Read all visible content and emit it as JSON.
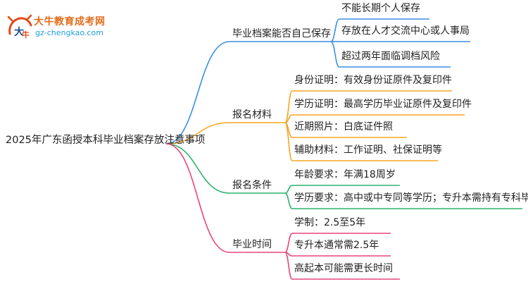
{
  "logo": {
    "name": "大牛教育成考网",
    "url": "gz-chengkao.com"
  },
  "root": "2025年广东函授本科毕业档案存放注意事项",
  "branches": [
    {
      "label": "毕业档案能否自己保存",
      "color": "#3a8ee6",
      "children": [
        "不能长期个人保存",
        "存放在人才交流中心或人事局",
        "超过两年面临调档风险"
      ]
    },
    {
      "label": "报名材料",
      "color": "#f5a623",
      "children": [
        "身份证明：有效身份证原件及复印件",
        "学历证明：最高学历毕业证原件及复印件",
        "近期照片：白底证件照",
        "辅助材料：工作证明、社保证明等"
      ]
    },
    {
      "label": "报名条件",
      "color": "#2db36b",
      "children": [
        "年龄要求：年满18周岁",
        "学历要求：高中或中专同等学历；专升本需持有专科毕业证"
      ]
    },
    {
      "label": "毕业时间",
      "color": "#e8457a",
      "children": [
        "学制：2.5至5年",
        "专升本通常需2.5年",
        "高起本可能需更长时间"
      ]
    }
  ]
}
